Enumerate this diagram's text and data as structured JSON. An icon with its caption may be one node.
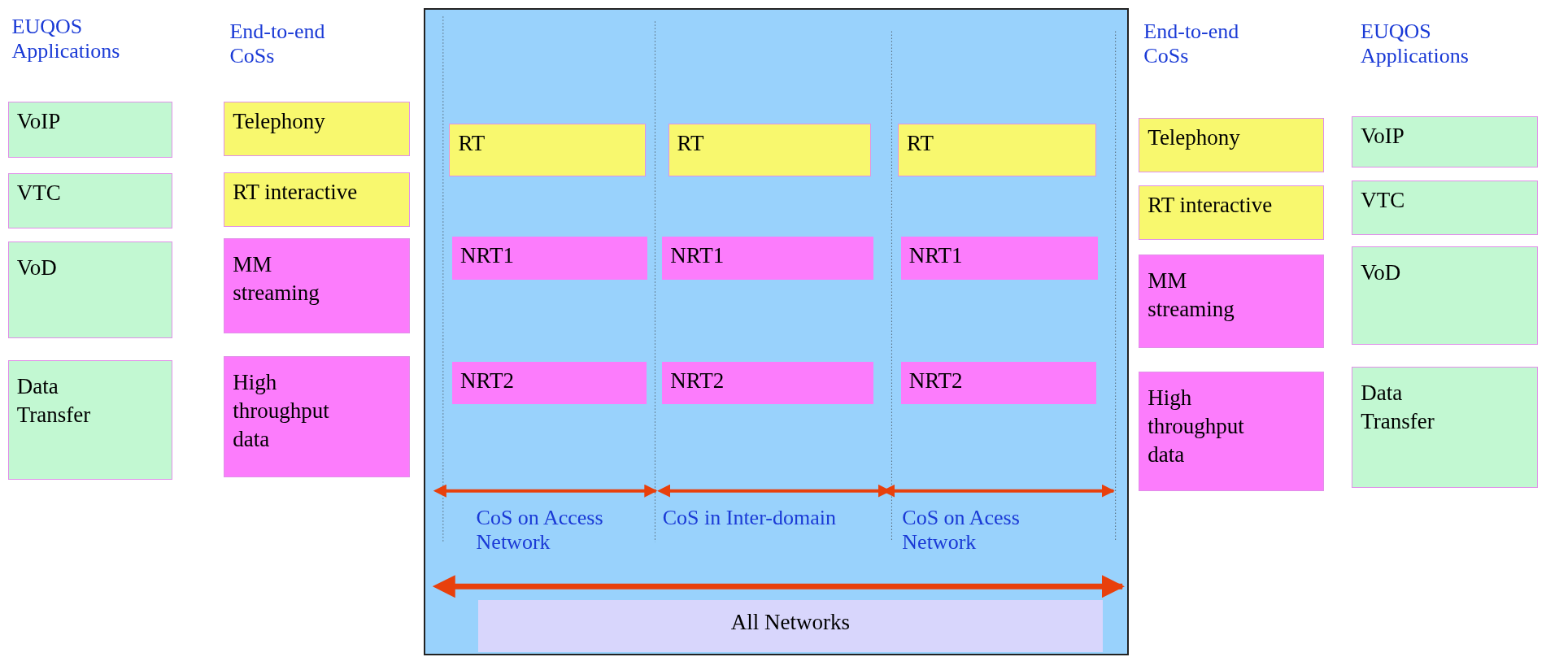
{
  "diagram": {
    "nodes": [
      {
        "text": [
          "VoIP"
        ]
      },
      {
        "text": [
          "VTC"
        ]
      },
      {
        "text": [
          "VoD"
        ]
      },
      {
        "text": [
          "Data Transfer"
        ]
      },
      {
        "text": [
          "Telephony"
        ]
      },
      {
        "text": [
          "RT interactive"
        ]
      },
      {
        "text": [
          "MM streaming"
        ]
      },
      {
        "text": [
          "High throughput data"
        ]
      },
      {
        "text": [],
        "shape": "box"
      },
      {
        "text": [
          "RT"
        ],
        "in": 8
      },
      {
        "text": [
          "RT"
        ],
        "in": 8
      },
      {
        "text": [
          "RT"
        ],
        "in": 8
      },
      {
        "text": [
          "NRT1"
        ],
        "in": 8
      },
      {
        "text": [
          "NRT1"
        ],
        "in": 8
      },
      {
        "text": [
          "NRT1"
        ],
        "in": 8
      },
      {
        "text": [
          "NRT2"
        ],
        "in": 8
      },
      {
        "text": [
          "NRT2"
        ],
        "in": 8
      },
      {
        "text": [
          "NRT2"
        ],
        "in": 8
      },
      {
        "text": [
          "All Networks"
        ],
        "in": 8
      },
      {
        "text": [
          "Telephony"
        ]
      },
      {
        "text": [
          "RT interactive"
        ]
      },
      {
        "text": [
          "MM streaming"
        ]
      },
      {
        "text": [
          "High throughput data"
        ]
      },
      {
        "text": [
          "VoIP"
        ]
      },
      {
        "text": [
          "VTC"
        ]
      },
      {
        "text": [
          "VoD"
        ]
      },
      {
        "text": [
          "Data Transfer"
        ]
      }
    ],
    "edges": [],
    "labels": [
      "EUQOS Applications",
      "End-to-end CoSs",
      "CoS on Access Network",
      "CoS in Inter-domain",
      "CoS on Acess Network",
      "End-to-end CoSs",
      "EUQOS Applications"
    ]
  }
}
